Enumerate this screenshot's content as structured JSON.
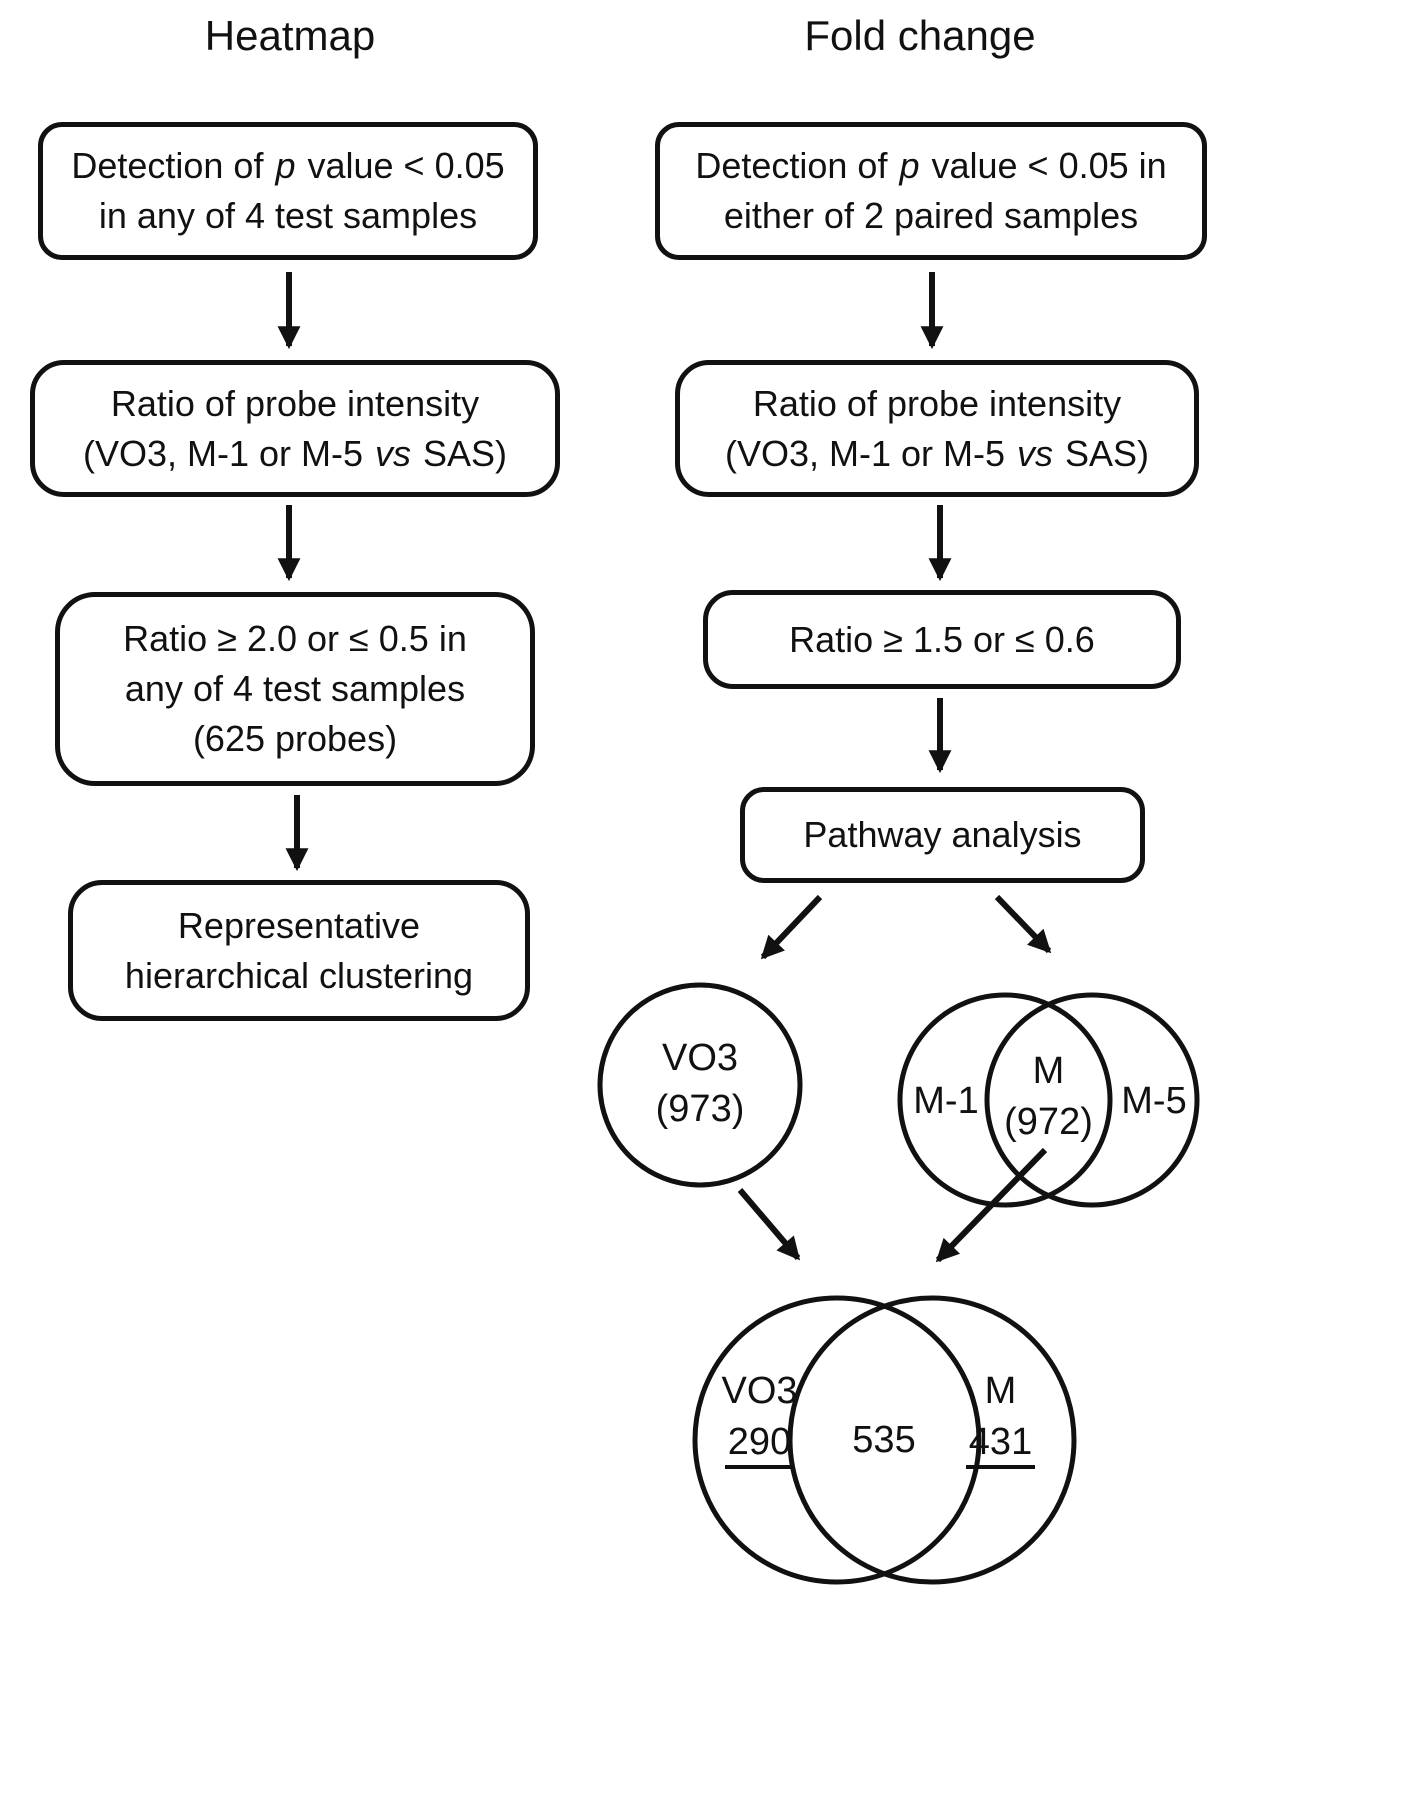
{
  "colors": {
    "ink": "#111111",
    "background": "#ffffff"
  },
  "titles": {
    "heatmap": "Heatmap",
    "fold_change": "Fold change"
  },
  "heatmap": {
    "detection_box": {
      "l1a": "Detection of ",
      "l1b": "p",
      "l1c": " value < 0.05",
      "l2": "in any of 4 test samples"
    },
    "ratio_box": {
      "l1": "Ratio of probe intensity",
      "l2a": "(VO3, M-1 or M-5 ",
      "l2b": "vs",
      "l2c": " SAS)"
    },
    "threshold_box": {
      "l1": "Ratio ≥ 2.0 or ≤ 0.5 in",
      "l2": "any of 4 test samples",
      "l3": "(625 probes)"
    },
    "clustering_box": {
      "l1": "Representative",
      "l2": "hierarchical clustering"
    }
  },
  "fold_change": {
    "detection_box": {
      "l1a": "Detection of ",
      "l1b": "p",
      "l1c": " value < 0.05 in",
      "l2": "either of 2 paired samples"
    },
    "ratio_box": {
      "l1": "Ratio of probe intensity",
      "l2a": "(VO3, M-1 or M-5 ",
      "l2b": "vs",
      "l2c": " SAS)"
    },
    "threshold_box": {
      "l1": "Ratio ≥ 1.5 or ≤ 0.6"
    },
    "pathway_box": {
      "l1": "Pathway analysis"
    },
    "venn_top": {
      "vo3": "VO3",
      "vo3_count": "(973)",
      "m1": "M-1",
      "m": "M",
      "m_count": "(972)",
      "m5": "M-5"
    },
    "venn_bottom": {
      "vo3": "VO3",
      "vo3_count": "290",
      "overlap": "535",
      "m": "M",
      "m_count": "431"
    }
  }
}
